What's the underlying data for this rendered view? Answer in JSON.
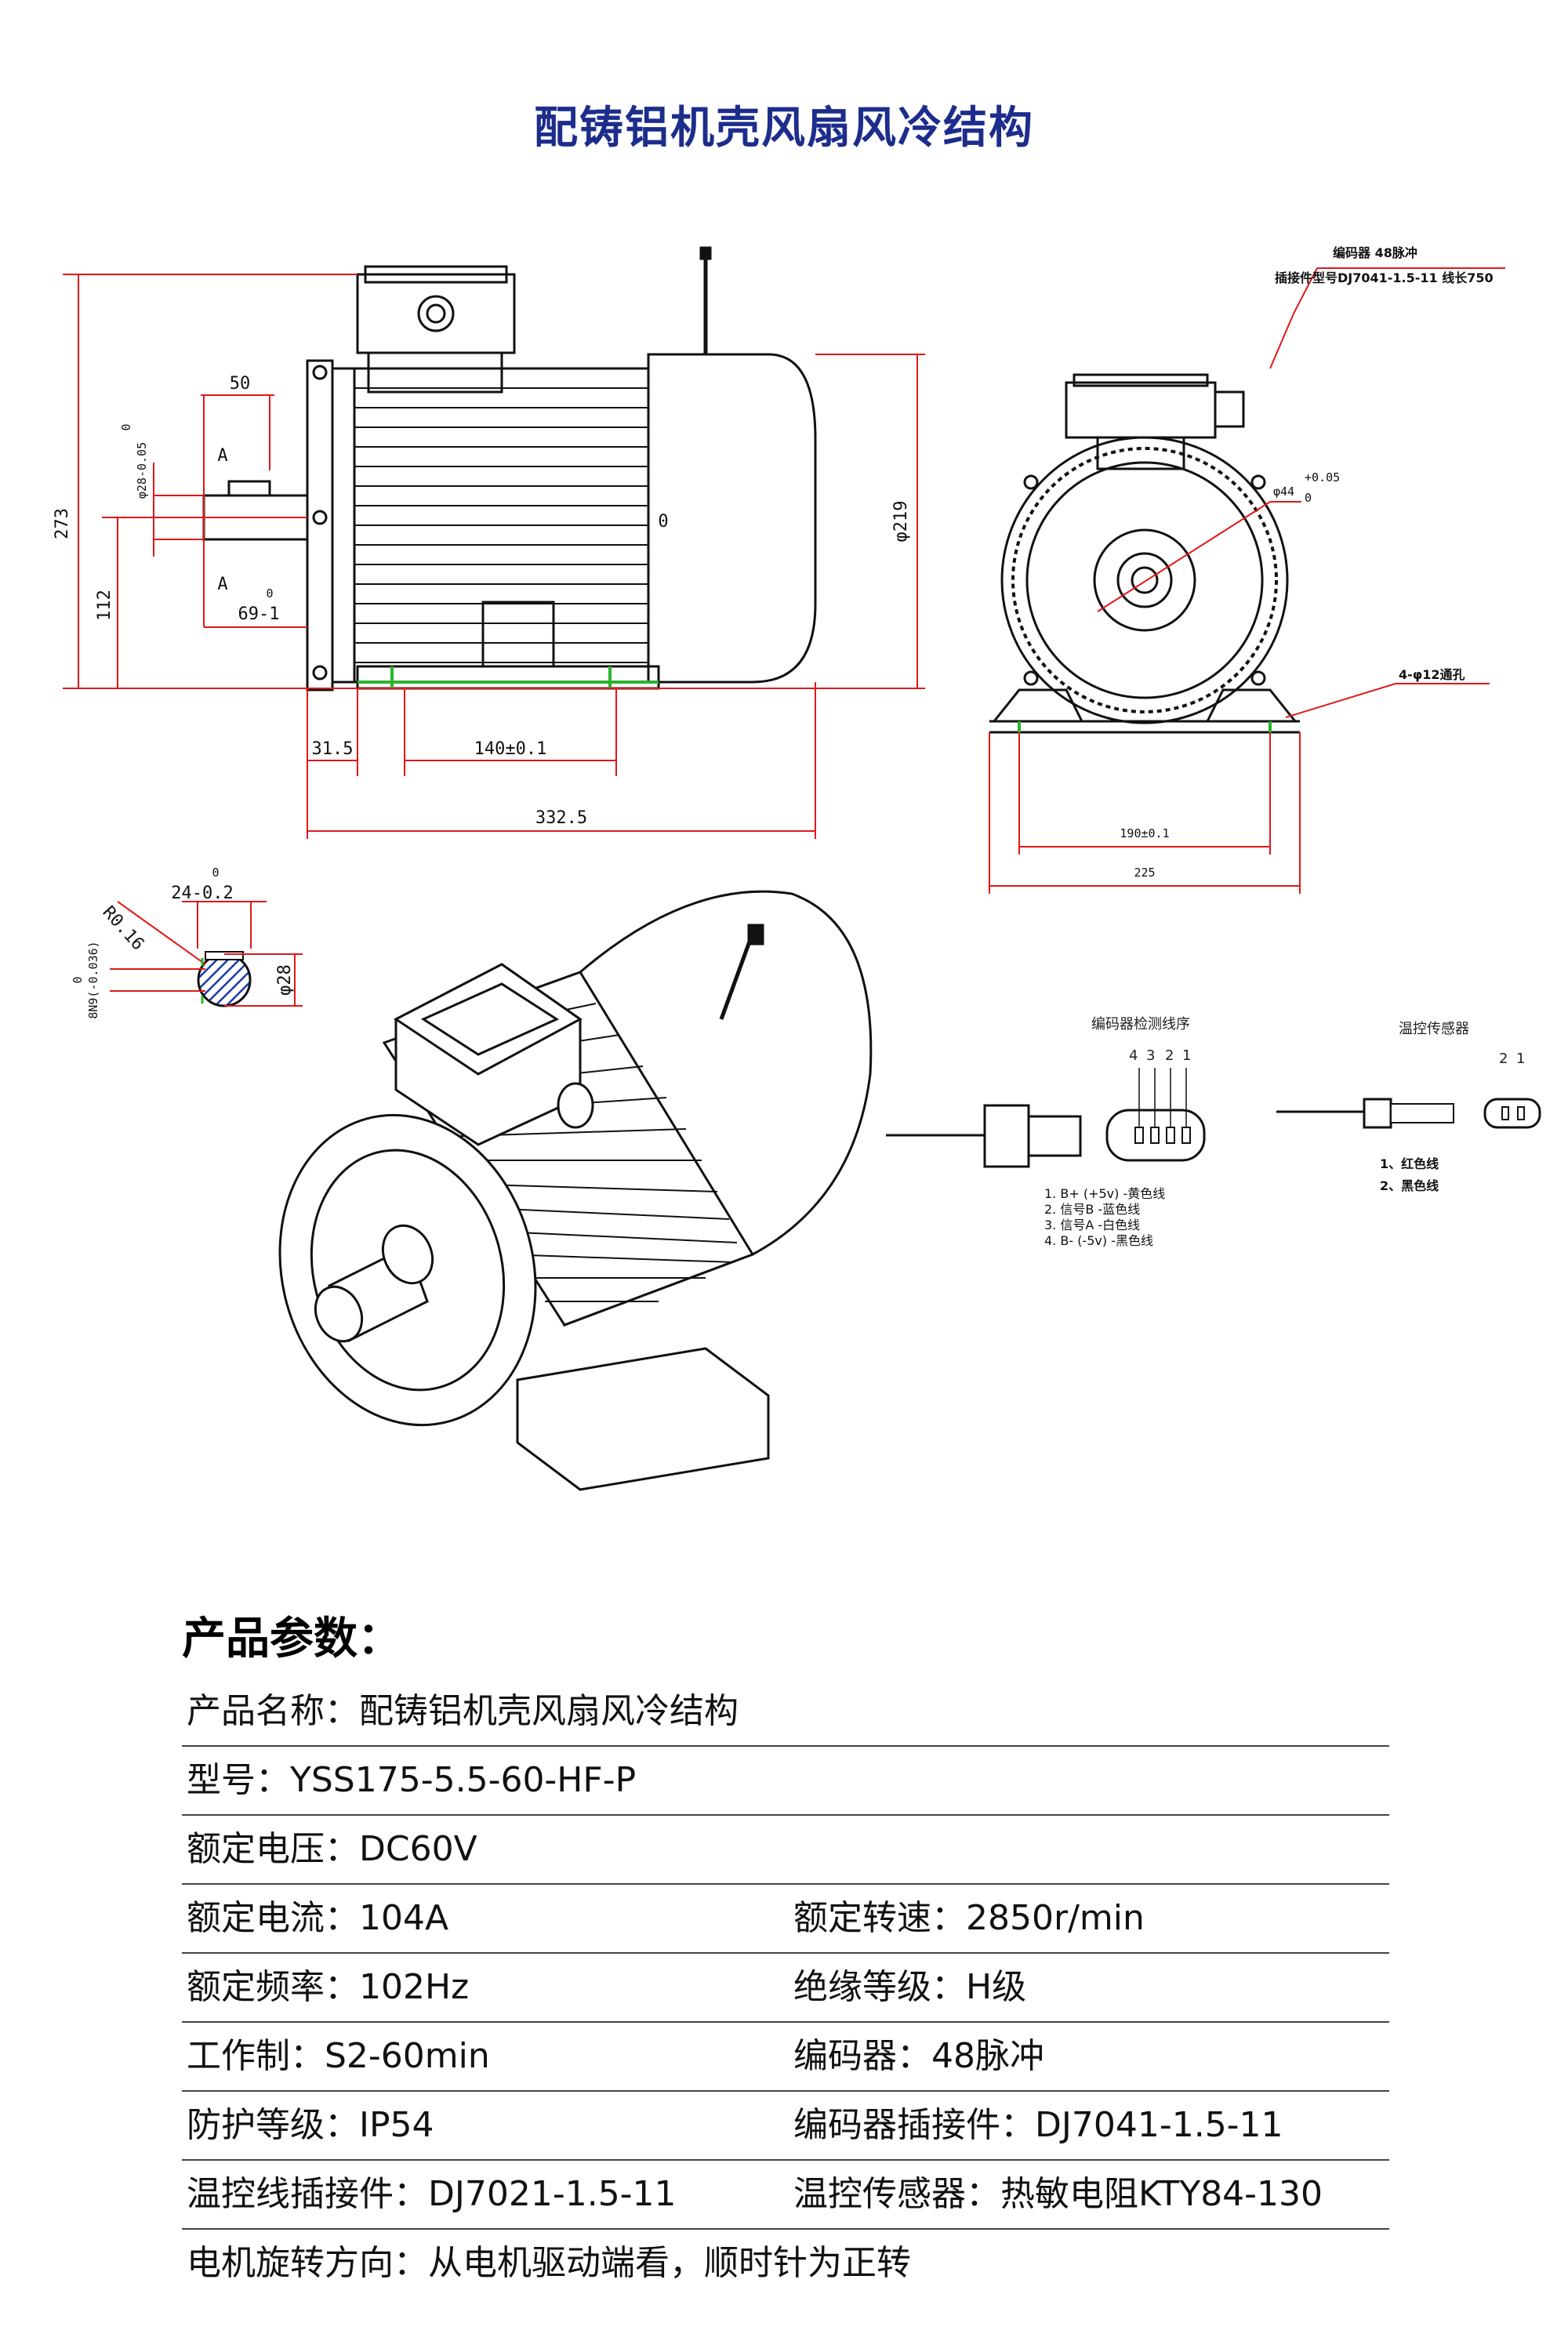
{
  "page": {
    "title": "配铸铝机壳风扇风冷结构"
  },
  "drawing": {
    "side_view": {
      "dim_273": "273",
      "dim_112": "112",
      "dim_50": "50",
      "dim_shaft_dia": "φ28-0.05",
      "dim_shaft_tol": "0",
      "section_a_top": "A",
      "section_a_bottom": "A",
      "dim_69": "69-1",
      "dim_69_tol": "0",
      "body_mark": "0",
      "dim_219": "φ219",
      "dim_31_5": "31.5",
      "dim_140": "140±0.1",
      "dim_332_5": "332.5"
    },
    "front_view": {
      "encoder_note": "编码器 48脉冲",
      "connector_note": "插接件型号DJ7041-1.5-11 线长750",
      "dim_44": "φ44",
      "dim_44_tol": "+0.05",
      "dim_44_tol2": "0",
      "hole_note": "4-φ12通孔",
      "dim_190": "190±0.1",
      "dim_225": "225"
    },
    "shaft_section": {
      "dim_24": "24-0.2",
      "dim_24_tol": "0",
      "dim_r": "R0.16",
      "dim_8n9": "8N9(-0.036)",
      "dim_8n9_tol": "0",
      "dim_28": "φ28"
    },
    "encoder_connector": {
      "title": "编码器检测线序",
      "pins": [
        "4",
        "3",
        "2",
        "1"
      ],
      "wiring": [
        "1. B+ (+5v) -黄色线",
        "2. 信号B -蓝色线",
        "3. 信号A -白色线",
        "4. B- (-5v) -黑色线"
      ]
    },
    "temp_connector": {
      "title": "温控传感器",
      "pins": [
        "2",
        "1"
      ],
      "wiring": [
        "1、红色线",
        "2、黑色线"
      ]
    }
  },
  "params": {
    "heading": "产品参数：",
    "rows": [
      {
        "left": "产品名称：配铸铝机壳风扇风冷结构",
        "right": ""
      },
      {
        "left": "型号：YSS175-5.5-60-HF-P",
        "right": ""
      },
      {
        "left": "额定电压：DC60V",
        "right": ""
      },
      {
        "left": "额定电流：104A",
        "right": "额定转速：2850r/min"
      },
      {
        "left": "额定频率：102Hz",
        "right": "绝缘等级：H级"
      },
      {
        "left": "工作制：S2-60min",
        "right": "编码器：48脉冲"
      },
      {
        "left": "防护等级：IP54",
        "right": "编码器插接件：DJ7041-1.5-11"
      },
      {
        "left": "温控线插接件：DJ7021-1.5-11",
        "right": "温控传感器：热敏电阻KTY84-130"
      },
      {
        "left": "电机旋转方向：从电机驱动端看，顺时针为正转",
        "right": ""
      }
    ]
  },
  "colors": {
    "title": "#1d2d8c",
    "dim_line": "#e01818",
    "foot_green": "#2bb32b",
    "hatch": "#1a3aa8"
  }
}
